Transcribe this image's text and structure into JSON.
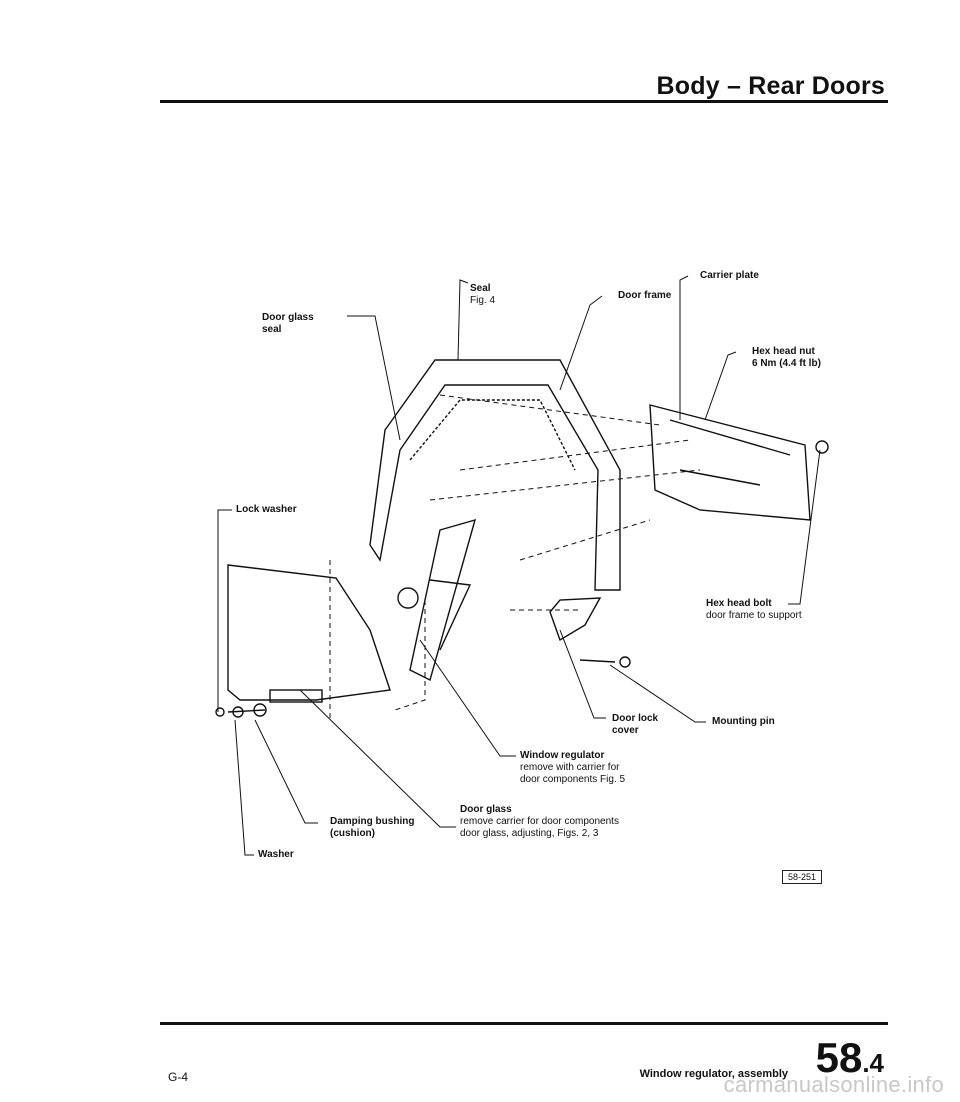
{
  "header": {
    "title": "Body – Rear Doors"
  },
  "labels": {
    "door_glass_seal": [
      "Door glass",
      "seal"
    ],
    "seal": [
      "Seal",
      "Fig. 4"
    ],
    "door_frame": "Door frame",
    "carrier_plate": "Carrier plate",
    "hex_head_nut": [
      "Hex head nut",
      "6 Nm (4.4 ft lb)"
    ],
    "lock_washer": "Lock washer",
    "hex_head_bolt": [
      "Hex head bolt",
      "door frame to support"
    ],
    "door_lock_cover": [
      "Door lock",
      "cover"
    ],
    "mounting_pin": "Mounting pin",
    "window_regulator": [
      "Window regulator",
      "remove with carrier for",
      "door components Fig. 5"
    ],
    "door_glass": [
      "Door glass",
      "remove carrier for door components",
      "door glass, adjusting, Figs. 2, 3"
    ],
    "damping_bushing": [
      "Damping bushing",
      "(cushion)"
    ],
    "washer": "Washer"
  },
  "figure_ref": "58-251",
  "footer": {
    "page_code": "G-4",
    "caption": "Window regulator, assembly",
    "section": "58",
    "subsection": ".4"
  },
  "watermark": "carmanualsonline.info"
}
